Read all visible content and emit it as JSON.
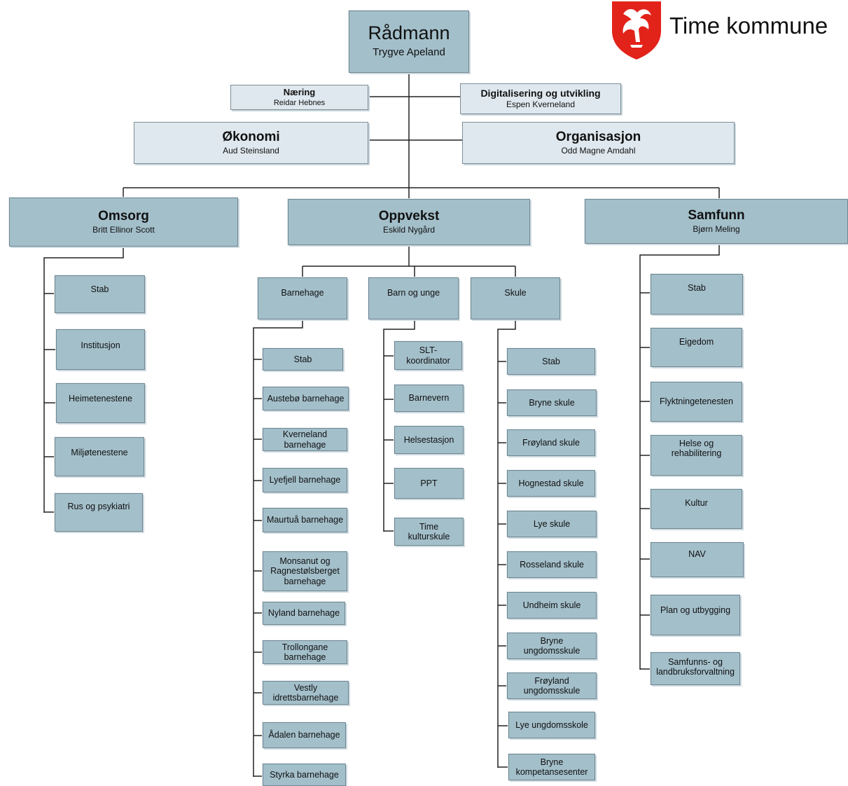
{
  "logo": {
    "text": "Time kommune"
  },
  "top": {
    "title": "Rådmann",
    "name": "Trygve Apeland"
  },
  "staff": [
    {
      "title": "Næring",
      "name": "Reidar Hebnes"
    },
    {
      "title": "Digitalisering og utvikling",
      "name": "Espen Kverneland"
    },
    {
      "title": "Økonomi",
      "name": "Aud Steinsland"
    },
    {
      "title": "Organisasjon",
      "name": "Odd Magne Amdahl"
    }
  ],
  "divisions": [
    {
      "title": "Omsorg",
      "name": "Britt Ellinor Scott"
    },
    {
      "title": "Oppvekst",
      "name": "Eskild Nygård"
    },
    {
      "title": "Samfunn",
      "name": "Bjørn Meling"
    }
  ],
  "omsorg_units": [
    "Stab",
    "Institusjon",
    "Heimetenestene",
    "Miljøtenestene",
    "Rus og psykiatri"
  ],
  "oppvekst_groups": [
    "Barnehage",
    "Barn og unge",
    "Skule"
  ],
  "barnehage_units": [
    "Stab",
    "Austebø barnehage",
    "Kverneland barnehage",
    "Lyefjell barnehage",
    "Maurtuå barnehage",
    "Monsanut og Ragnestølsberget barnehage",
    "Nyland barnehage",
    "Trollongane barnehage",
    "Vestly idrettsbarnehage",
    "Ådalen barnehage",
    "Styrka barnehage"
  ],
  "barn_units": [
    "SLT-koordinator",
    "Barnevern",
    "Helsestasjon",
    "PPT",
    "Time kulturskule"
  ],
  "skule_units": [
    "Stab",
    "Bryne skule",
    "Frøyland skule",
    "Hognestad skule",
    "Lye skule",
    "Rosseland skule",
    "Undheim skule",
    "Bryne ungdomsskule",
    "Frøyland ungdomsskule",
    "Lye ungdomsskole",
    "Bryne kompetansesenter"
  ],
  "samfunn_units": [
    "Stab",
    "Eigedom",
    "Flyktningetenesten",
    "Helse og rehabilitering",
    "Kultur",
    "NAV",
    "Plan og utbygging",
    "Samfunns- og landbruksforvaltning"
  ]
}
